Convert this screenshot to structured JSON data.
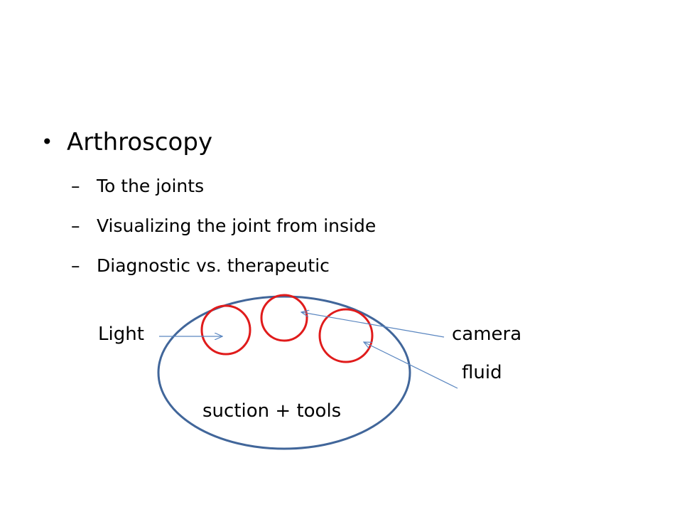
{
  "slide": {
    "bullet_symbol": "•",
    "heading": "Arthroscopy",
    "sub_dash": "–",
    "sub_items": [
      "To the joints",
      "Visualizing the joint from inside",
      "Diagnostic vs. therapeutic"
    ],
    "diagram": {
      "labels": {
        "light": "Light",
        "camera": "camera",
        "fluid": "fluid",
        "suction": "suction + tools"
      },
      "colors": {
        "outer": "#41669a",
        "ports": "#e01b1b",
        "arrows": "#5a86c0"
      }
    }
  }
}
